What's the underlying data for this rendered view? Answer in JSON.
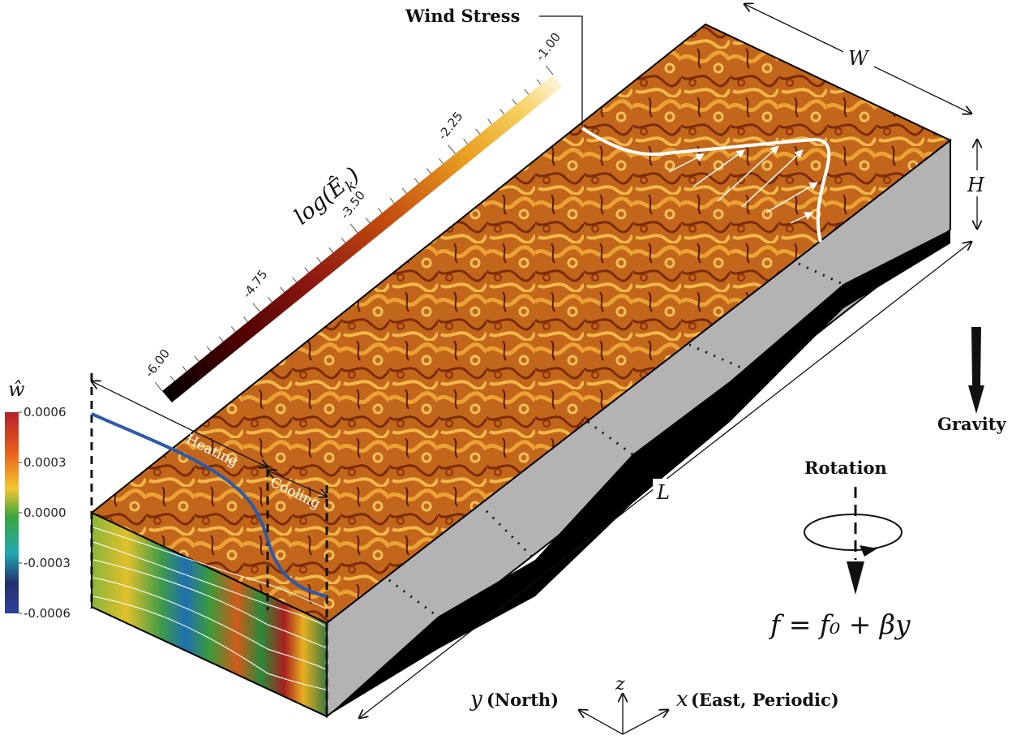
{
  "labels": {
    "wind_stress": "Wind Stress",
    "width": "W",
    "height": "H",
    "length": "L",
    "gravity": "Gravity",
    "rotation": "Rotation",
    "coriolis": "f = f₀ + βy",
    "heating": "Heating",
    "cooling": "Cooling",
    "axis_y": "y",
    "axis_y_desc": "(North)",
    "axis_x": "x",
    "axis_x_desc": "(East, Periodic)",
    "axis_z": "z"
  },
  "energy_colorbar": {
    "title": "log(Ê",
    "title_sub": "k",
    "title_end": ")",
    "ticks": [
      "-6.00",
      "-4.75",
      "-3.50",
      "-2.25",
      "-1.00"
    ],
    "colors": [
      "#000000",
      "#4a0000",
      "#8f1a10",
      "#c8520f",
      "#e8a020",
      "#f6d060",
      "#fff8e0"
    ]
  },
  "w_colorbar": {
    "title": "ŵ",
    "ticks": [
      "0.0006",
      "0.0003",
      "0.0000",
      "-0.0003",
      "-0.0006"
    ],
    "colors": [
      "#b3202a",
      "#e8601c",
      "#f3c62f",
      "#39a63c",
      "#20a8b0",
      "#22306e",
      "#2d3f9a"
    ]
  },
  "colors": {
    "top_face": "#c0641a",
    "side_face": "#b3b3b3",
    "profile_blue": "#2f5aa8"
  }
}
